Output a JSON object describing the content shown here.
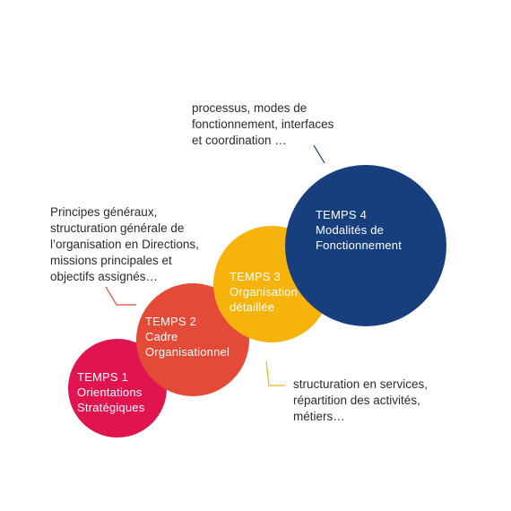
{
  "stages": [
    {
      "id": "temps-1",
      "lines": [
        "TEMPS 1",
        "Orientations",
        "Stratégiques"
      ],
      "color": "#e0144f"
    },
    {
      "id": "temps-2",
      "lines": [
        "TEMPS 2",
        "Cadre",
        "Organisationnel"
      ],
      "color": "#e34a37"
    },
    {
      "id": "temps-3",
      "lines": [
        "TEMPS 3",
        "Organisation",
        "détaillée"
      ],
      "color": "#f5b30c"
    },
    {
      "id": "temps-4",
      "lines": [
        "TEMPS 4",
        "Modalités de",
        "Fonctionnement"
      ],
      "color": "#173e7d"
    }
  ],
  "annotations": {
    "temps_2": {
      "lines": [
        "Principes généraux,",
        "structuration générale de",
        "l’organisation en Directions,",
        "missions principales et",
        "objectifs assignés…"
      ],
      "connector_color": "#e34a37"
    },
    "temps_3": {
      "lines": [
        "structuration en services,",
        "répartition des activités,",
        "métiers…"
      ],
      "connector_color": "#f5b30c"
    },
    "temps_4": {
      "lines": [
        "processus, modes de",
        "fonctionnement, interfaces",
        "et coordination …"
      ],
      "connector_color": "#173e7d"
    }
  }
}
